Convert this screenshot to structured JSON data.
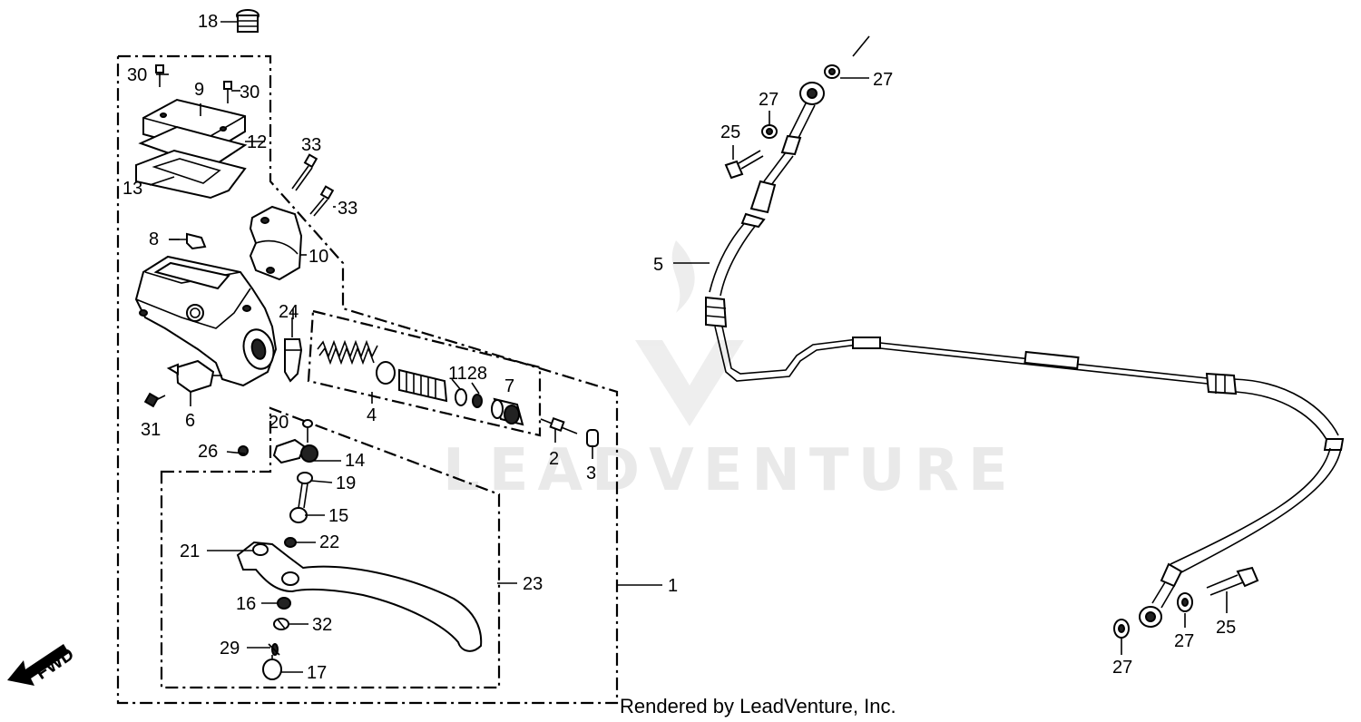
{
  "watermark": "LEADVENTURE",
  "credit": "Rendered by LeadVenture, Inc.",
  "fwd_label": "FWD",
  "callouts": {
    "c1": "1",
    "c2": "2",
    "c3": "3",
    "c4": "4",
    "c5": "5",
    "c6": "6",
    "c7": "7",
    "c8": "8",
    "c9": "9",
    "c10": "10",
    "c11_28": "1128",
    "c12": "12",
    "c13": "13",
    "c14": "14",
    "c15": "15",
    "c16": "16",
    "c17": "17",
    "c18": "18",
    "c19": "19",
    "c20": "20",
    "c21": "21",
    "c22": "22",
    "c23": "23",
    "c24": "24",
    "c25a": "25",
    "c25b": "25",
    "c26": "26",
    "c27a": "27",
    "c27b": "27",
    "c27c": "27",
    "c27d": "27",
    "c29": "29",
    "c30a": "30",
    "c30b": "30",
    "c31": "31",
    "c32": "32",
    "c33a": "33",
    "c33b": "33"
  }
}
